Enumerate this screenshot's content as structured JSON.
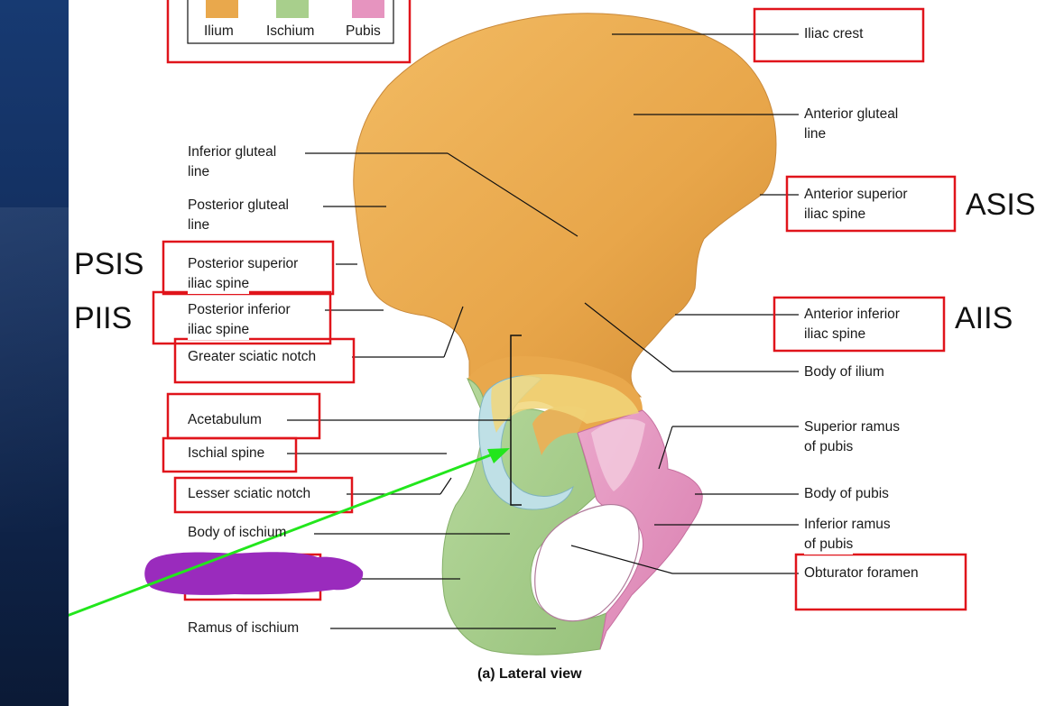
{
  "legend": {
    "items": [
      {
        "label": "Ilium",
        "color": "#e9a84c"
      },
      {
        "label": "Ischium",
        "color": "#a8cf8c"
      },
      {
        "label": "Pubis",
        "color": "#e694bf"
      }
    ]
  },
  "labels": {
    "iliac_crest": "Iliac crest",
    "anterior_gluteal_line_1": "Anterior gluteal",
    "anterior_gluteal_line_2": "line",
    "inferior_gluteal_line_1": "Inferior gluteal",
    "inferior_gluteal_line_2": "line",
    "posterior_gluteal_line_1": "Posterior gluteal",
    "posterior_gluteal_line_2": "line",
    "asis_1": "Anterior superior",
    "asis_2": "iliac spine",
    "psis_1": "Posterior superior",
    "psis_2": "iliac spine",
    "piis_1": "Posterior inferior",
    "piis_2": "iliac spine",
    "aiis_1": "Anterior inferior",
    "aiis_2": "iliac spine",
    "greater_sciatic_notch": "Greater sciatic notch",
    "body_of_ilium": "Body of ilium",
    "acetabulum": "Acetabulum",
    "superior_ramus_1": "Superior ramus",
    "superior_ramus_2": "of pubis",
    "ischial_spine": "Ischial spine",
    "lesser_sciatic_notch": "Lesser sciatic notch",
    "body_of_pubis": "Body of pubis",
    "body_of_ischium": "Body of ischium",
    "inferior_ramus_1": "Inferior ramus",
    "inferior_ramus_2": "of pubis",
    "obturator_foramen": "Obturator foramen",
    "ramus_of_ischium": "Ramus of ischium"
  },
  "abbreviations": {
    "asis": "ASIS",
    "psis": "PSIS",
    "piis": "PIIS",
    "aiis": "AIIS"
  },
  "caption": "(a) Lateral view",
  "colors": {
    "ilium": "#e9a84c",
    "ischium": "#a8cf8c",
    "pubis": "#e694bf",
    "acetabulum_cartilage": "#b9dfe6",
    "highlight_box": "#e0141b",
    "arrow": "#22e61c",
    "redaction": "#9a2bbd",
    "sidebar": "#122c5a"
  }
}
